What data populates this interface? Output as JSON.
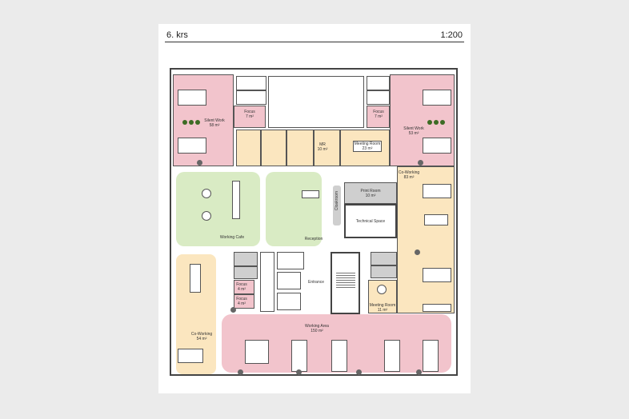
{
  "header": {
    "floor": "6. krs",
    "scale": "1:200"
  },
  "rooms": {
    "silent_work_left": {
      "name": "Silent Work",
      "area": "58 m²"
    },
    "silent_work_right": {
      "name": "Silent Work",
      "area": "53 m²"
    },
    "focus_left": {
      "name": "Focus",
      "area": "7 m²"
    },
    "focus_right": {
      "name": "Focus",
      "area": "7 m²"
    },
    "mr_small": {
      "name": "MR",
      "area": "10 m²"
    },
    "meeting_room_large": {
      "name": "Meeting Room",
      "area": "23 m²"
    },
    "working_cafe": {
      "name": "Working Cafe"
    },
    "reception": {
      "name": "Reception"
    },
    "cloakroom": {
      "name": "Cloakroom"
    },
    "print_room": {
      "name": "Print Room",
      "area": "10 m²"
    },
    "technical_space": {
      "name": "Technical Space"
    },
    "coworking_right": {
      "name": "Co-Working",
      "area": "83 m²"
    },
    "coworking_left": {
      "name": "Co-Working",
      "area": "54 m²"
    },
    "entrance": {
      "name": "Entrance"
    },
    "focus_small_1": {
      "name": "Focus",
      "area": "4 m²"
    },
    "focus_small_2": {
      "name": "Focus",
      "area": "4 m²"
    },
    "meeting_room_small": {
      "name": "Meeting Room",
      "area": "11 m²"
    },
    "working_area": {
      "name": "Working Area",
      "area": "150 m²"
    }
  }
}
